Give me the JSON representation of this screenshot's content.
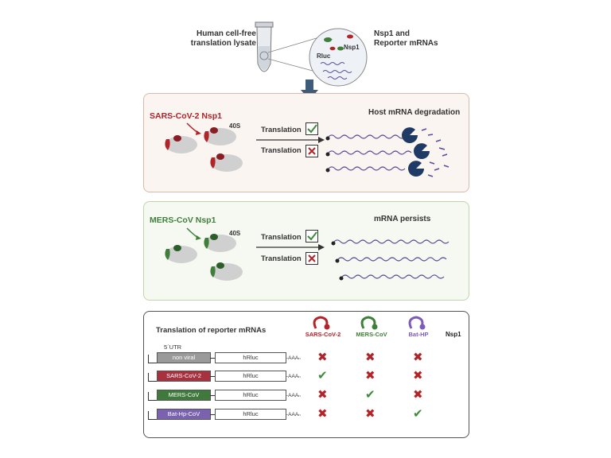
{
  "top": {
    "lysate_label_line1": "Human cell-free",
    "lysate_label_line2": "translation lysate",
    "mrna_label_line1": "Nsp1 and",
    "mrna_label_line2": "Reporter mRNAs",
    "nsp1_label": "Nsp1",
    "rluc_label": "Rluc"
  },
  "sars_panel": {
    "title": "SARS-CoV-2 Nsp1",
    "ribosome_label": "40S",
    "translation_label_1": "Translation",
    "translation_label_2": "Translation",
    "outcome": "Host mRNA degradation",
    "translation_1_state": "check",
    "translation_2_state": "cross"
  },
  "mers_panel": {
    "title": "MERS-CoV Nsp1",
    "ribosome_label": "40S",
    "translation_label_1": "Translation",
    "translation_label_2": "Translation",
    "outcome": "mRNA persists",
    "translation_1_state": "check",
    "translation_2_state": "cross"
  },
  "table": {
    "title": "Translation of reporter mRNAs",
    "utr_label": "5´UTR",
    "nsp1_header": "Nsp1",
    "columns": [
      {
        "label": "SARS-CoV-2",
        "color": "#b0242a"
      },
      {
        "label": "MERS-CoV",
        "color": "#3f7f3a"
      },
      {
        "label": "Bat-HP",
        "color": "#7e5bb6"
      }
    ],
    "rows": [
      {
        "utr": "non viral",
        "utr_color": "#9a9a9a",
        "orf": "hRluc",
        "tail": "-AAAₙ",
        "results": [
          "cross",
          "cross",
          "cross"
        ]
      },
      {
        "utr": "SARS-CoV-2",
        "utr_color": "#a8303f",
        "orf": "hRluc",
        "tail": "-AAAₙ",
        "results": [
          "check",
          "cross",
          "cross"
        ]
      },
      {
        "utr": "MERS-CoV",
        "utr_color": "#3f7a3c",
        "orf": "hRluc",
        "tail": "-AAAₙ",
        "results": [
          "cross",
          "check",
          "cross"
        ]
      },
      {
        "utr": "Bat-Hp-CoV",
        "utr_color": "#7a62b0",
        "orf": "hRluc",
        "tail": "-AAAₙ",
        "results": [
          "cross",
          "cross",
          "check"
        ]
      }
    ]
  },
  "colors": {
    "sars": "#b0242a",
    "mers": "#3f7f3a",
    "bat": "#7e5bb6",
    "check": "#3f8a3a",
    "cross": "#b0242a",
    "ribosome": "#cfcfcf",
    "arrow": "#3e5b7a",
    "pacman": "#1f3a64",
    "rna": "#5a4c9a"
  }
}
